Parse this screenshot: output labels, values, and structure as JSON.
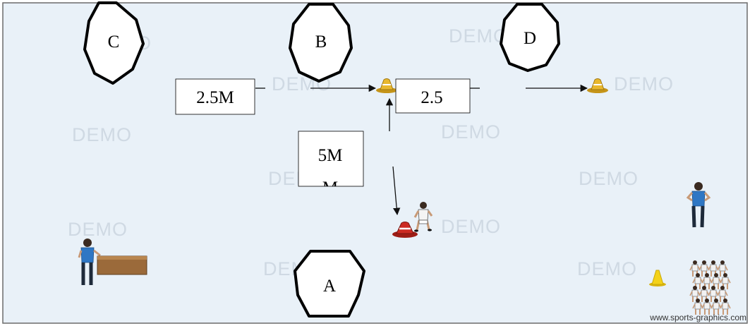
{
  "watermark_text": "DEMO",
  "stations": {
    "a": "A",
    "b": "B",
    "c": "C",
    "d": "D"
  },
  "distance_labels": {
    "left": "2.5M",
    "right": "2.5",
    "center": "5M",
    "center_overflow": "M"
  },
  "credit": "www.sports-graphics.com",
  "colors": {
    "field": "#e9f1f8",
    "border": "#6b6b6b",
    "cone_orange": "#e8b82e",
    "cone_red": "#cc2a22",
    "cone_yellow": "#f4d21a",
    "coach_shirt": "#2f77c4",
    "table": "#9b6a3a"
  },
  "icons": [
    "cone-icon",
    "coach-icon",
    "player-icon",
    "team-group-icon",
    "table-icon"
  ]
}
